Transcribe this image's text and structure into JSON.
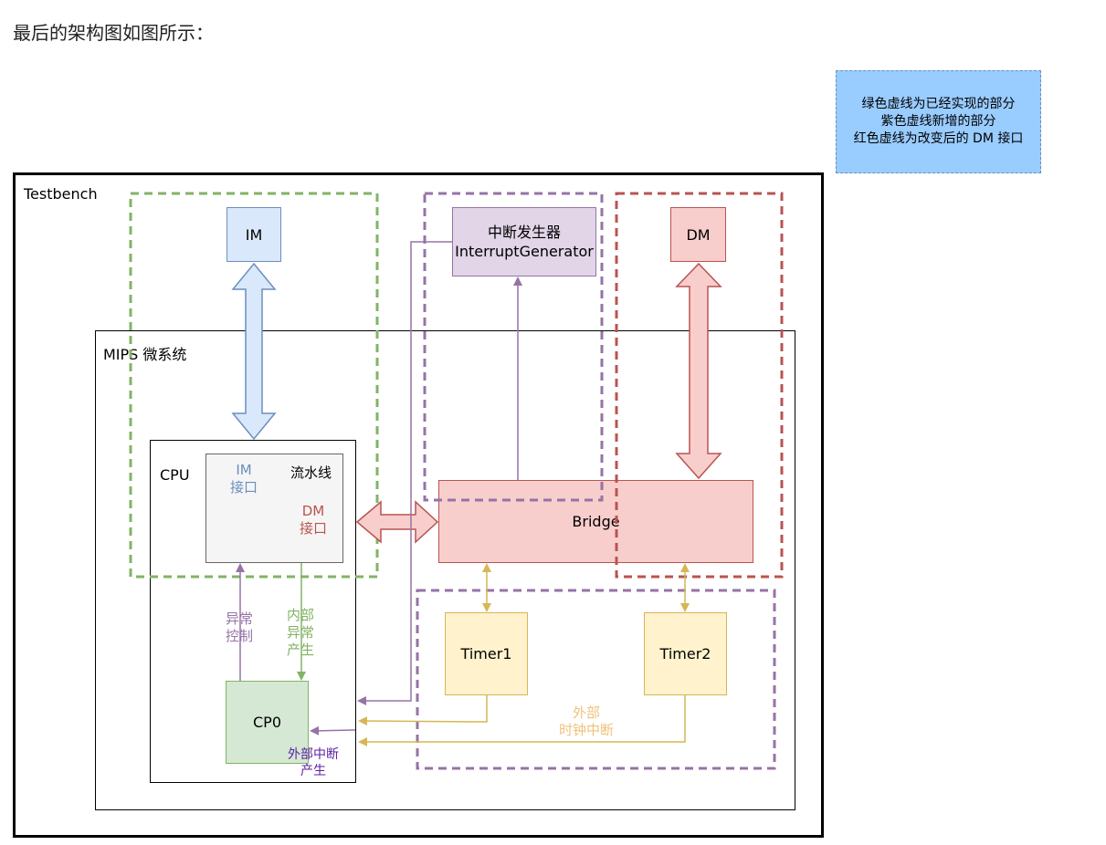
{
  "heading": "最后的架构图如图所示：",
  "legend": {
    "line1": "绿色虚线为已经实现的部分",
    "line2": "紫色虚线新增的部分",
    "line3": "红色虚线为改变后的 DM 接口"
  },
  "containers": {
    "testbench": "Testbench",
    "mips": "MIPS 微系统",
    "cpu": "CPU"
  },
  "blocks": {
    "im": "IM",
    "dm": "DM",
    "intgen_line1": "中断发生器",
    "intgen_line2": "InterruptGenerator",
    "bridge": "Bridge",
    "timer1": "Timer1",
    "timer2": "Timer2",
    "cp0": "CP0"
  },
  "pipeline": {
    "title": "流水线",
    "im_iface_line1": "IM",
    "im_iface_line2": "接口",
    "dm_iface_line1": "DM",
    "dm_iface_line2": "接口"
  },
  "annotations": {
    "exc_ctrl_line1": "异常",
    "exc_ctrl_line2": "控制",
    "inner_exc_line1": "内部",
    "inner_exc_line2": "异常",
    "inner_exc_line3": "产生",
    "ext_irq_line1": "外部中断",
    "ext_irq_line2": "产生",
    "ext_clk_line1": "外部",
    "ext_clk_line2": "时钟中断"
  },
  "colors": {
    "green": "#82b366",
    "purple": "#9673a6",
    "red": "#b85450",
    "blue": "#6c8ebf",
    "gold": "#d6b656",
    "blue_fill": "#dae8fc",
    "red_fill": "#f8cecc",
    "purple_fill": "#e1d5e7",
    "yellow_fill": "#fff2cc",
    "green_fill": "#d5e8d4",
    "legend_fill": "#99ccff",
    "pipeline_fill": "#f5f5f5"
  }
}
